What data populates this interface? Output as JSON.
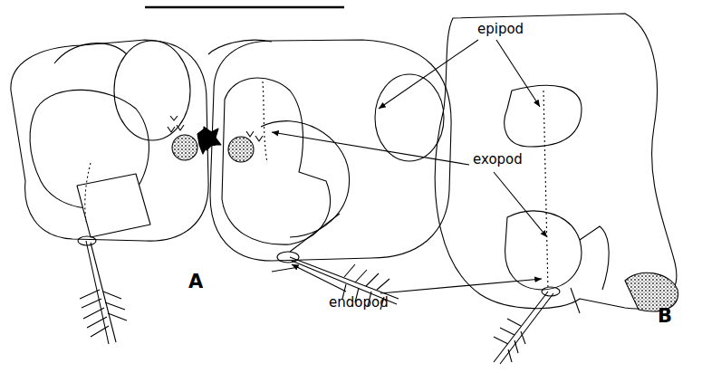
{
  "diagram": {
    "labels": [
      "epipod",
      "exopod",
      "endopod",
      "A",
      "B"
    ]
  }
}
